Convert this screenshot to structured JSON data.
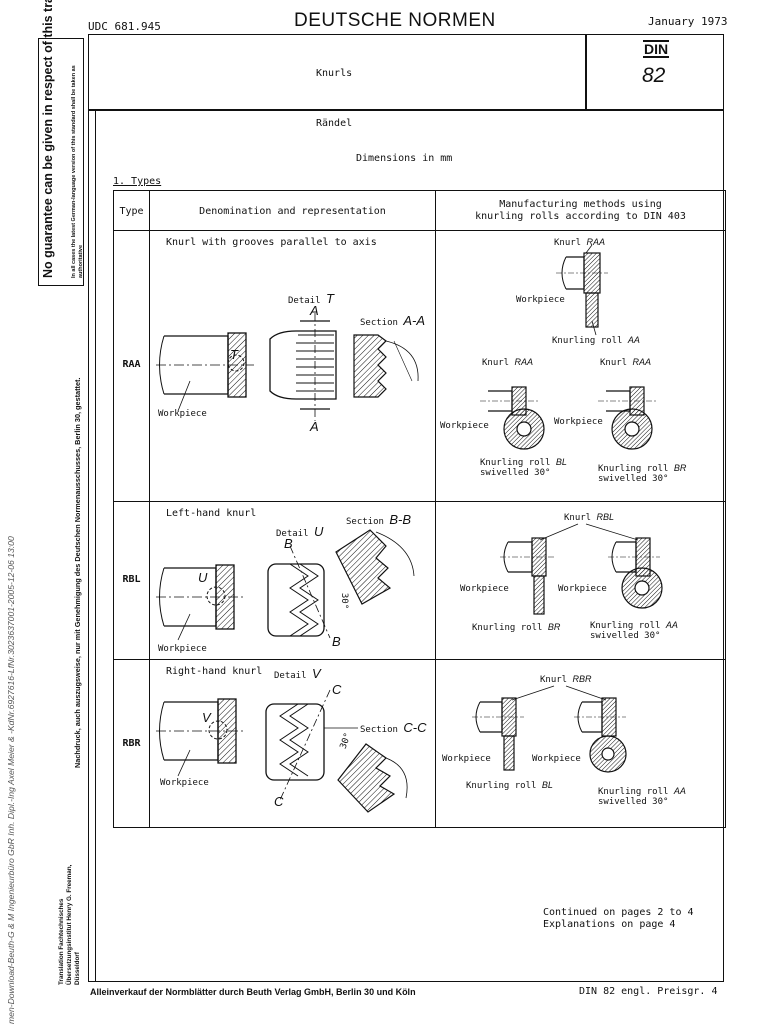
{
  "header": {
    "udc": "UDC 681.945",
    "title": "DEUTSCHE NORMEN",
    "date": "January 1973",
    "din_label": "DIN",
    "din_number": "82"
  },
  "document": {
    "subject": "Knurls",
    "german_title": "Rändel",
    "dimensions_note": "Dimensions in mm",
    "section_heading": "1. Types"
  },
  "side_notices": {
    "guarantee": "No guarantee can be given in respect of this translation",
    "guarantee_line2": "of this translation",
    "guarantee_small": "In all cases the latest German-language version of this standard shall be taken as authoritative",
    "reprint": "Nachdruck, auch auszugsweise, nur mit Genehmigung des Deutschen Normenausschusses, Berlin 30, gestattet.",
    "download": "men-Download-Beuth-G & M Ingenieurbüro GbR Inh. Dipl.-Ing Axel Meier & -KdNr.6927616-LfNr.3023637001-2005-12-06 13:00",
    "translation": "Translation Fachtechnisches Übersetzungsinstitut Henry G. Freeman, Düsseldorf"
  },
  "table": {
    "headers": {
      "type": "Type",
      "denomination": "Denomination and representation",
      "methods": "Manufacturing methods using knurling rolls according to DIN 403",
      "methods_line1": "Manufacturing methods using",
      "methods_line2": "knurling rolls according to DIN 403"
    },
    "rows": [
      {
        "type": "RAA",
        "title": "Knurl with grooves parallel to axis",
        "detail": "Detail",
        "detail_letter": "T",
        "section": "Section",
        "section_letter": "A-A",
        "letter": "A",
        "workpiece": "Workpiece",
        "knurl1": "Knurl",
        "knurl1_code": "RAA",
        "roll1": "Knurling roll",
        "roll1_code": "AA",
        "knurl2": "Knurl",
        "knurl2_code": "RAA",
        "knurl3": "Knurl",
        "knurl3_code": "RAA",
        "roll2": "Knurling roll",
        "roll2_code": "BL",
        "roll2_sw": "swivelled 30°",
        "roll3": "Knurling roll",
        "roll3_code": "BR",
        "roll3_sw": "swivelled 30°"
      },
      {
        "type": "RBL",
        "title": "Left-hand knurl",
        "detail": "Detail",
        "detail_letter": "U",
        "section": "Section",
        "section_letter": "B-B",
        "letter": "B",
        "angle": "30°",
        "workpiece": "Workpiece",
        "knurl": "Knurl",
        "knurl_code": "RBL",
        "roll1": "Knurling roll",
        "roll1_code": "BR",
        "roll2": "Knurling roll",
        "roll2_code": "AA",
        "roll2_sw": "swivelled 30°"
      },
      {
        "type": "RBR",
        "title": "Right-hand knurl",
        "detail": "Detail",
        "detail_letter": "V",
        "section": "Section",
        "section_letter": "C-C",
        "letter": "C",
        "angle": "30°",
        "workpiece": "Workpiece",
        "knurl": "Knurl",
        "knurl_code": "RBR",
        "roll1": "Knurling roll",
        "roll1_code": "BL",
        "roll2": "Knurling roll",
        "roll2_code": "AA",
        "roll2_sw": "swivelled 30°"
      }
    ]
  },
  "footer": {
    "continued": "Continued on pages 2 to 4",
    "explanations": "Explanations on page 4",
    "sales": "Alleinverkauf der Normblätter durch Beuth Verlag GmbH, Berlin 30 und Köln",
    "ref": "DIN 82 engl. Preisgr. 4"
  }
}
